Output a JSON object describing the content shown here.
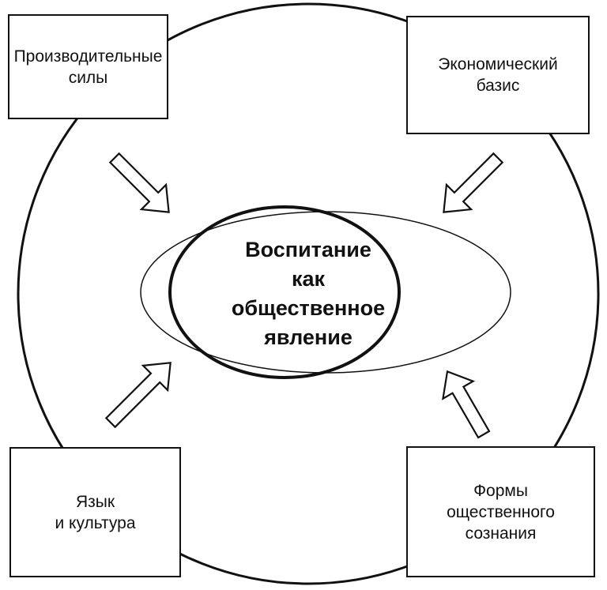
{
  "center": {
    "lines": [
      "Воспитание",
      "как",
      "общественное",
      "явление"
    ]
  },
  "boxes": {
    "top_left": "Производительные\nсилы",
    "top_right": "Экономический\nбазис",
    "bottom_left": "Язык\nи культура",
    "bottom_right": "Формы\nощественного\nсознания"
  }
}
